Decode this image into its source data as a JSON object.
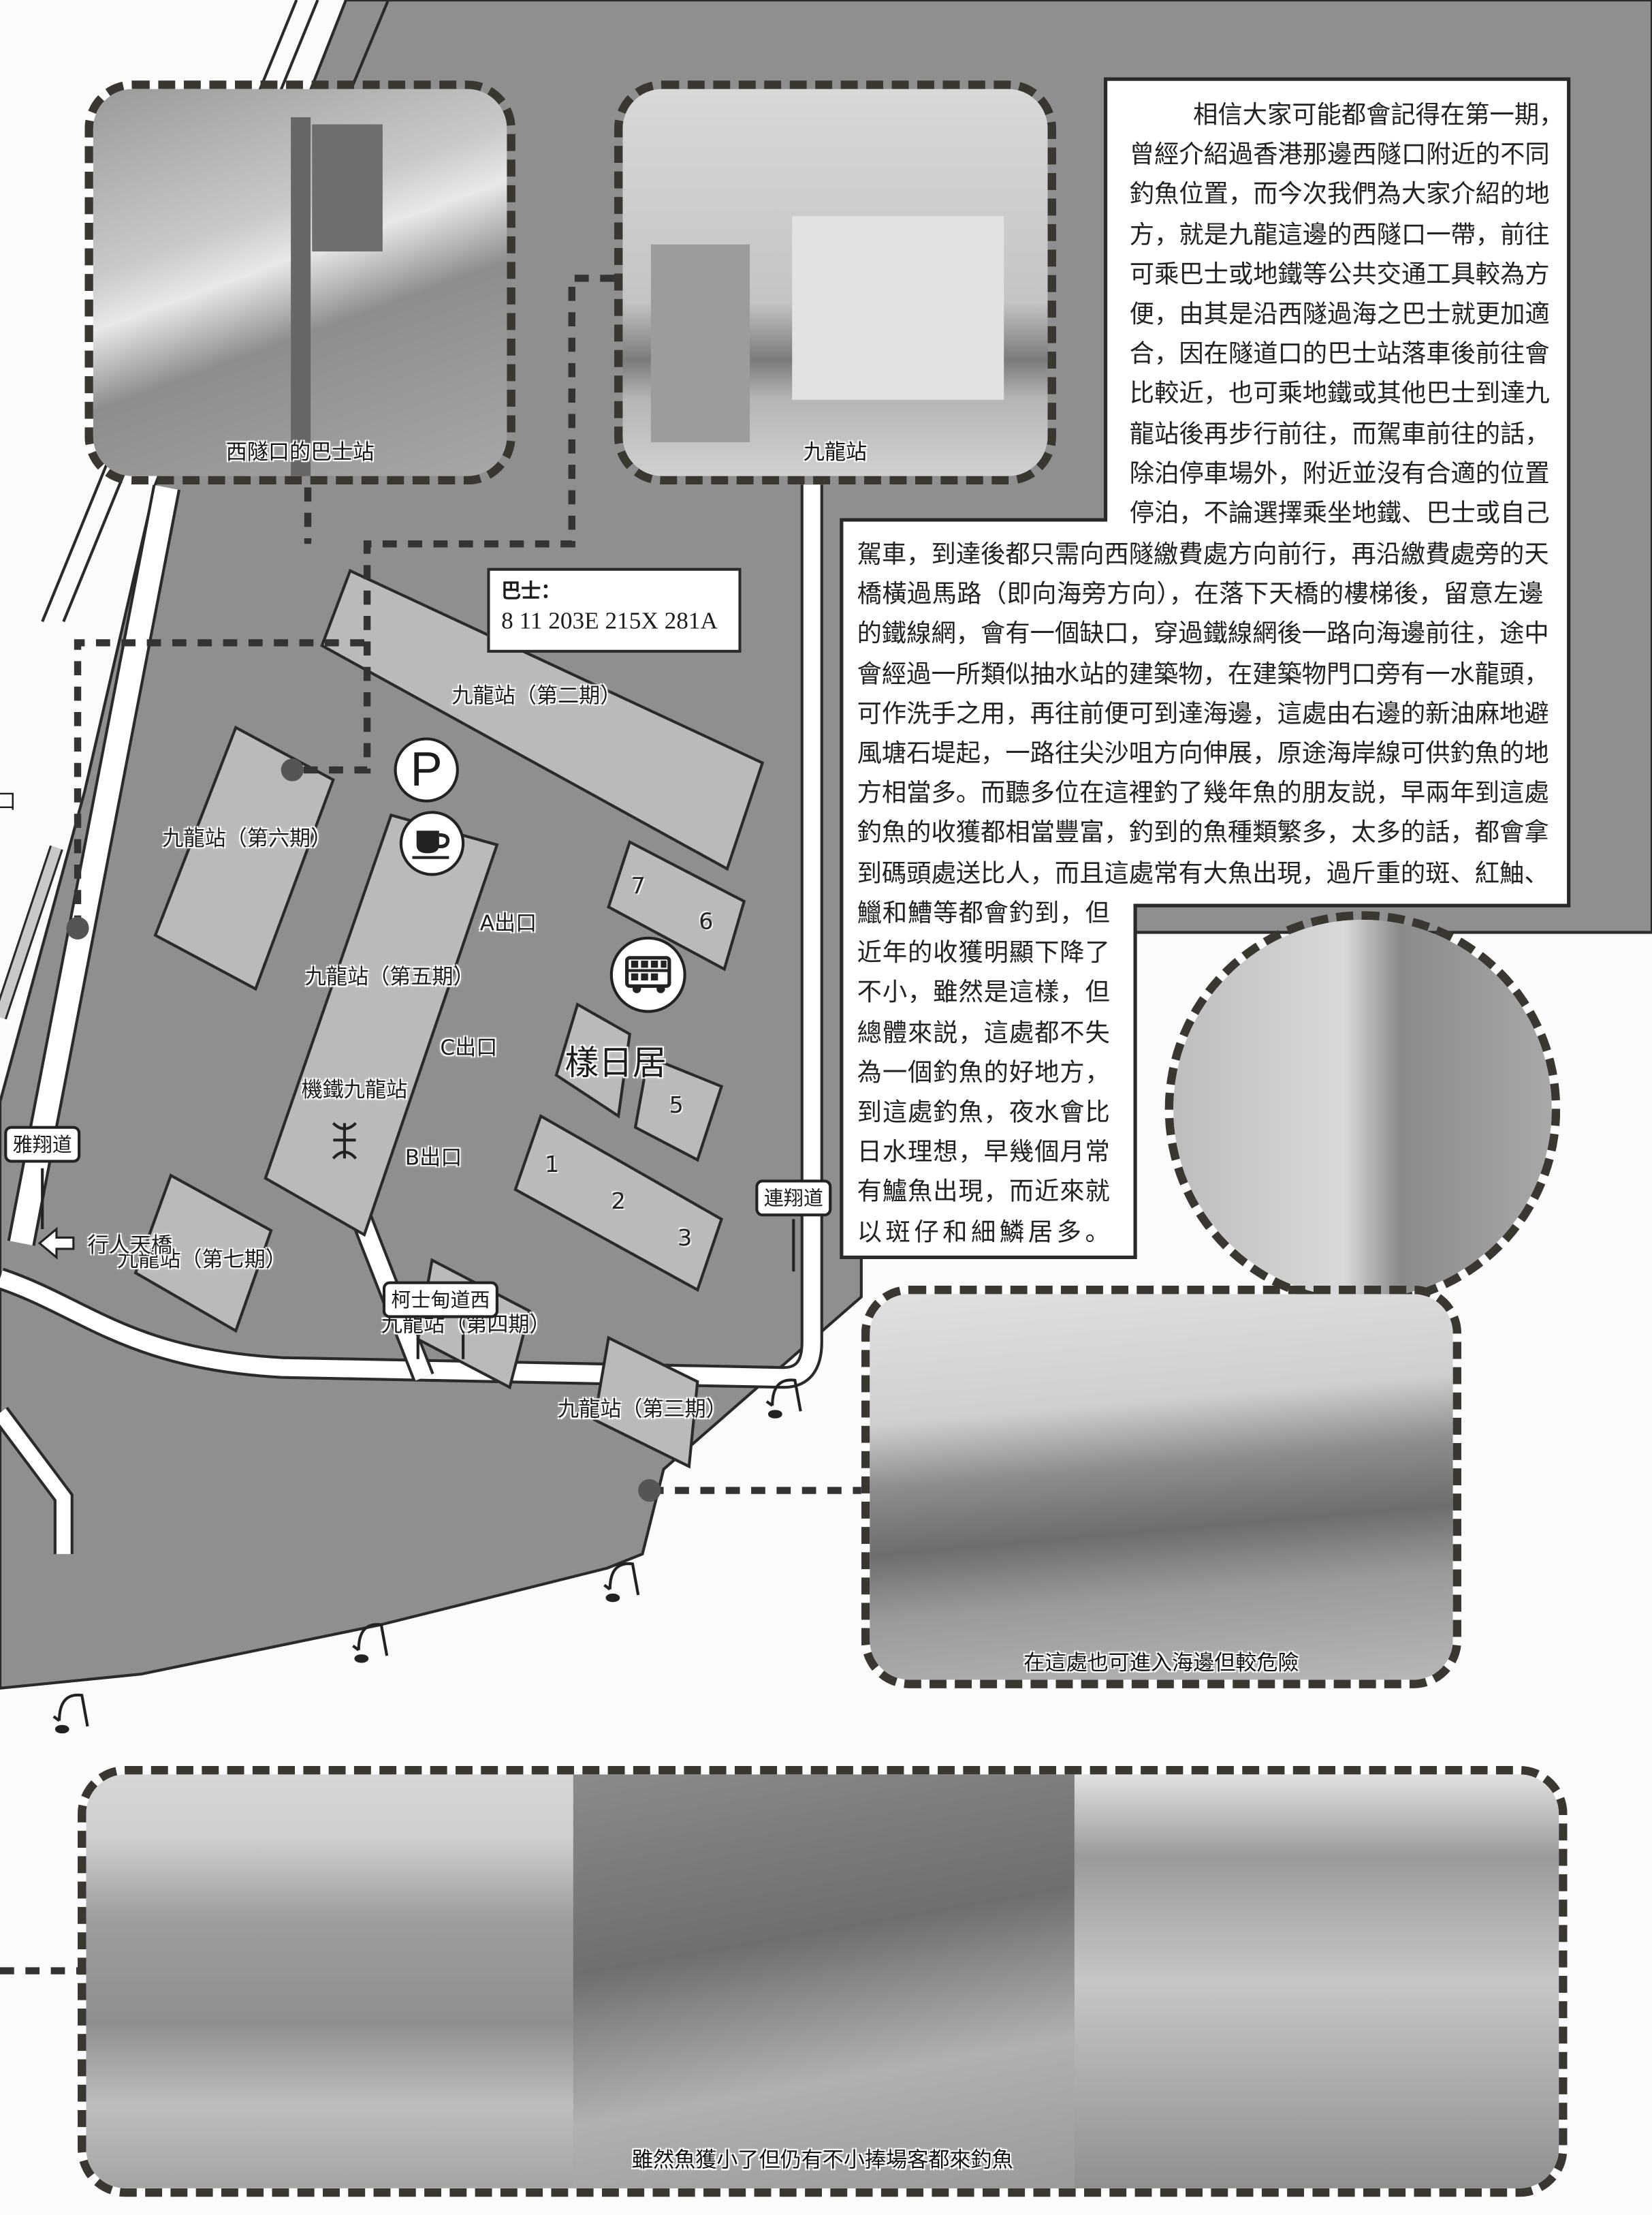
{
  "article": {
    "top": [
      "相信大家可能都會記得在第一期，",
      "曾經介紹過香港那邊西隧口附近的不同",
      "釣魚位置，而今次我們為大家介紹的地",
      "方，就是九龍這邊的西隧口一帶，前往",
      "可乘巴士或地鐵等公共交通工具較為方",
      "便，由其是沿西隧過海之巴士就更加適",
      "合，因在隧道口的巴士站落車後前往會",
      "比較近，也可乘地鐵或其他巴士到達九",
      "龍站後再步行前往，而駕車前往的話，",
      "除泊停車場外，附近並沒有合適的位置",
      "停泊，不論選擇乘坐地鐵、巴士或自己"
    ],
    "middle": [
      "駕車，到達後都只需向西隧繳費處方向前行，再沿繳費處旁的天",
      "橋橫過馬路（即向海旁方向），在落下天橋的樓梯後，留意左邊",
      "的鐵線網，會有一個缺口，穿過鐵線網後一路向海邊前往，途中",
      "會經過一所類似抽水站的建築物，在建築物門口旁有一水龍頭，",
      "可作洗手之用，再往前便可到達海邊，這處由右邊的新油麻地避",
      "風塘石堤起，一路往尖沙咀方向伸展，原途海岸線可供釣魚的地",
      "方相當多。而聽多位在這裡釣了幾年魚的朋友説，早兩年到這處",
      "釣魚的收獲都相當豐富，釣到的魚種類繁多，太多的話，都會拿",
      "到碼頭處送比人，而且這處常有大魚出現，過斤重的斑、紅鮋、"
    ],
    "bottom": [
      "鱲和鰽等都會釣到，但",
      "近年的收獲明顯下降了",
      "不小，雖然是這樣，但",
      "總體來説，這處都不失",
      "為一個釣魚的好地方，",
      "到這處釣魚，夜水會比",
      "日水理想，早幾個月常",
      "有鱸魚出現，而近來就",
      "以斑仔和細鱗居多。"
    ]
  },
  "photos": {
    "bus_stop": {
      "caption": "西隧口的巴士站"
    },
    "kowloon_station": {
      "caption": "九龍站"
    },
    "seawall": {
      "caption": "在這處也可進入海邊但較危險"
    },
    "anglers": {
      "caption": "雖然魚獲小了但仍有不小捧場客都來釣魚"
    }
  },
  "bus_info": {
    "title": "巴士：",
    "routes": "8 11 203E 215X 281A"
  },
  "map": {
    "buildings": {
      "phase2": "九龍站（第二期）",
      "phase3": "九龍站（第三期）",
      "phase4": "九龍站（第四期）",
      "phase5": "九龍站（第五期）",
      "phase6": "九龍站（第六期）",
      "phase7": "九龍站（第七期）"
    },
    "station": "機鐵九龍站",
    "estate": "樣日居",
    "exits": {
      "a": "A出口",
      "b": "B出口",
      "c": "C出口"
    },
    "block_numbers": [
      "1",
      "2",
      "3",
      "5",
      "6",
      "7"
    ],
    "roads": {
      "nga_cheung": "雅翔道",
      "lin_cheung": "連翔道",
      "austin_west": "柯士甸道西"
    },
    "footbridge": "行人天橋",
    "edge_text": "口",
    "icons": {
      "parking": "P",
      "cafe": "coffee-cup-icon",
      "bus": "bus-icon",
      "mtr": "mtr-logo-icon",
      "fishing": "fishing-hook-icon"
    },
    "colors": {
      "land": "#8f8f8f",
      "building": "#bababa",
      "road": "#ffffff",
      "outline": "#2a2a2a"
    }
  }
}
